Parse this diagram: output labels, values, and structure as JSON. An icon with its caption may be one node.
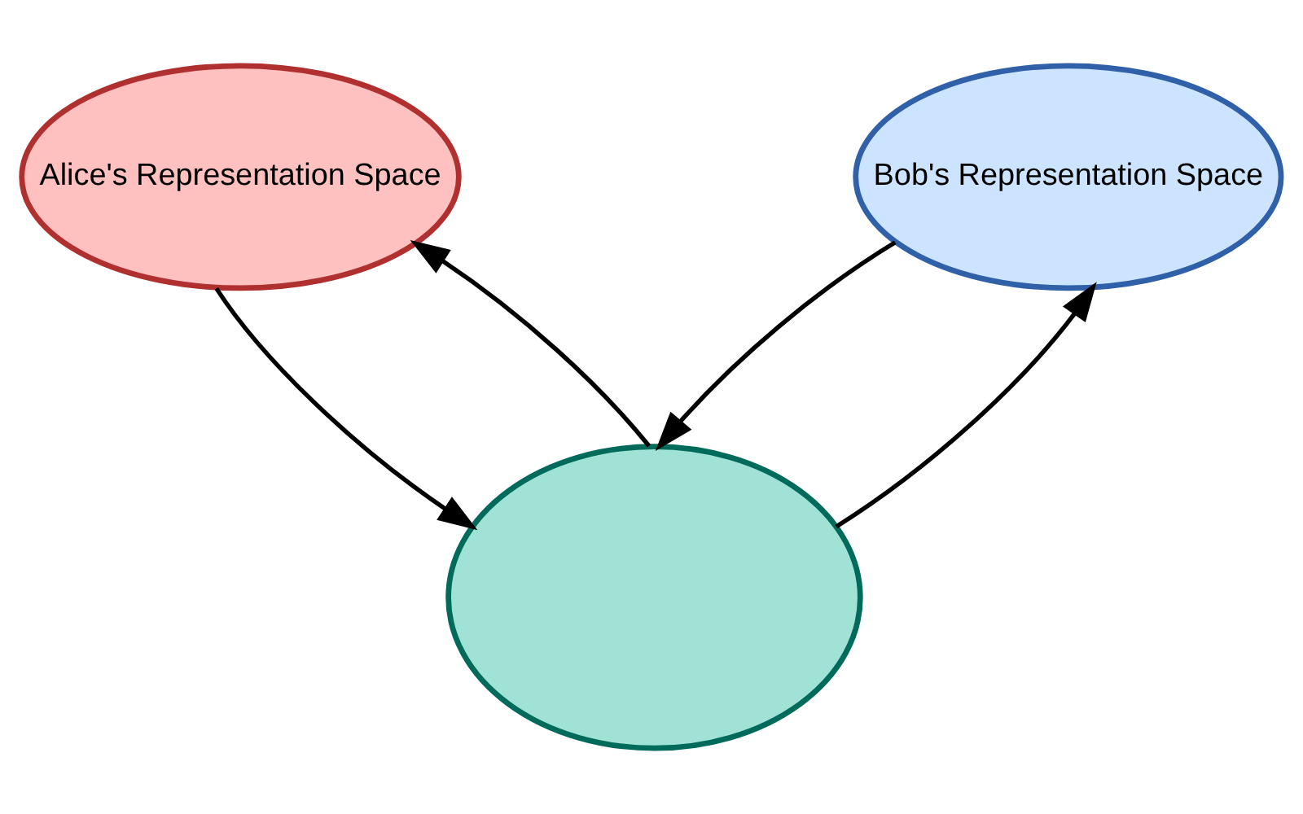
{
  "diagram": {
    "nodes": [
      {
        "text": [
          "Alice's Representation Space"
        ]
      },
      {
        "text": [
          "Bob's Representation Space"
        ]
      },
      {
        "text": [],
        "shape": "ellipse"
      }
    ],
    "edges": [
      {
        "from": 0,
        "to": 2,
        "arrow": "to"
      },
      {
        "from": 2,
        "to": 0,
        "arrow": "to"
      },
      {
        "from": 1,
        "to": 2,
        "arrow": "to"
      },
      {
        "from": 2,
        "to": 1,
        "arrow": "to"
      }
    ]
  }
}
